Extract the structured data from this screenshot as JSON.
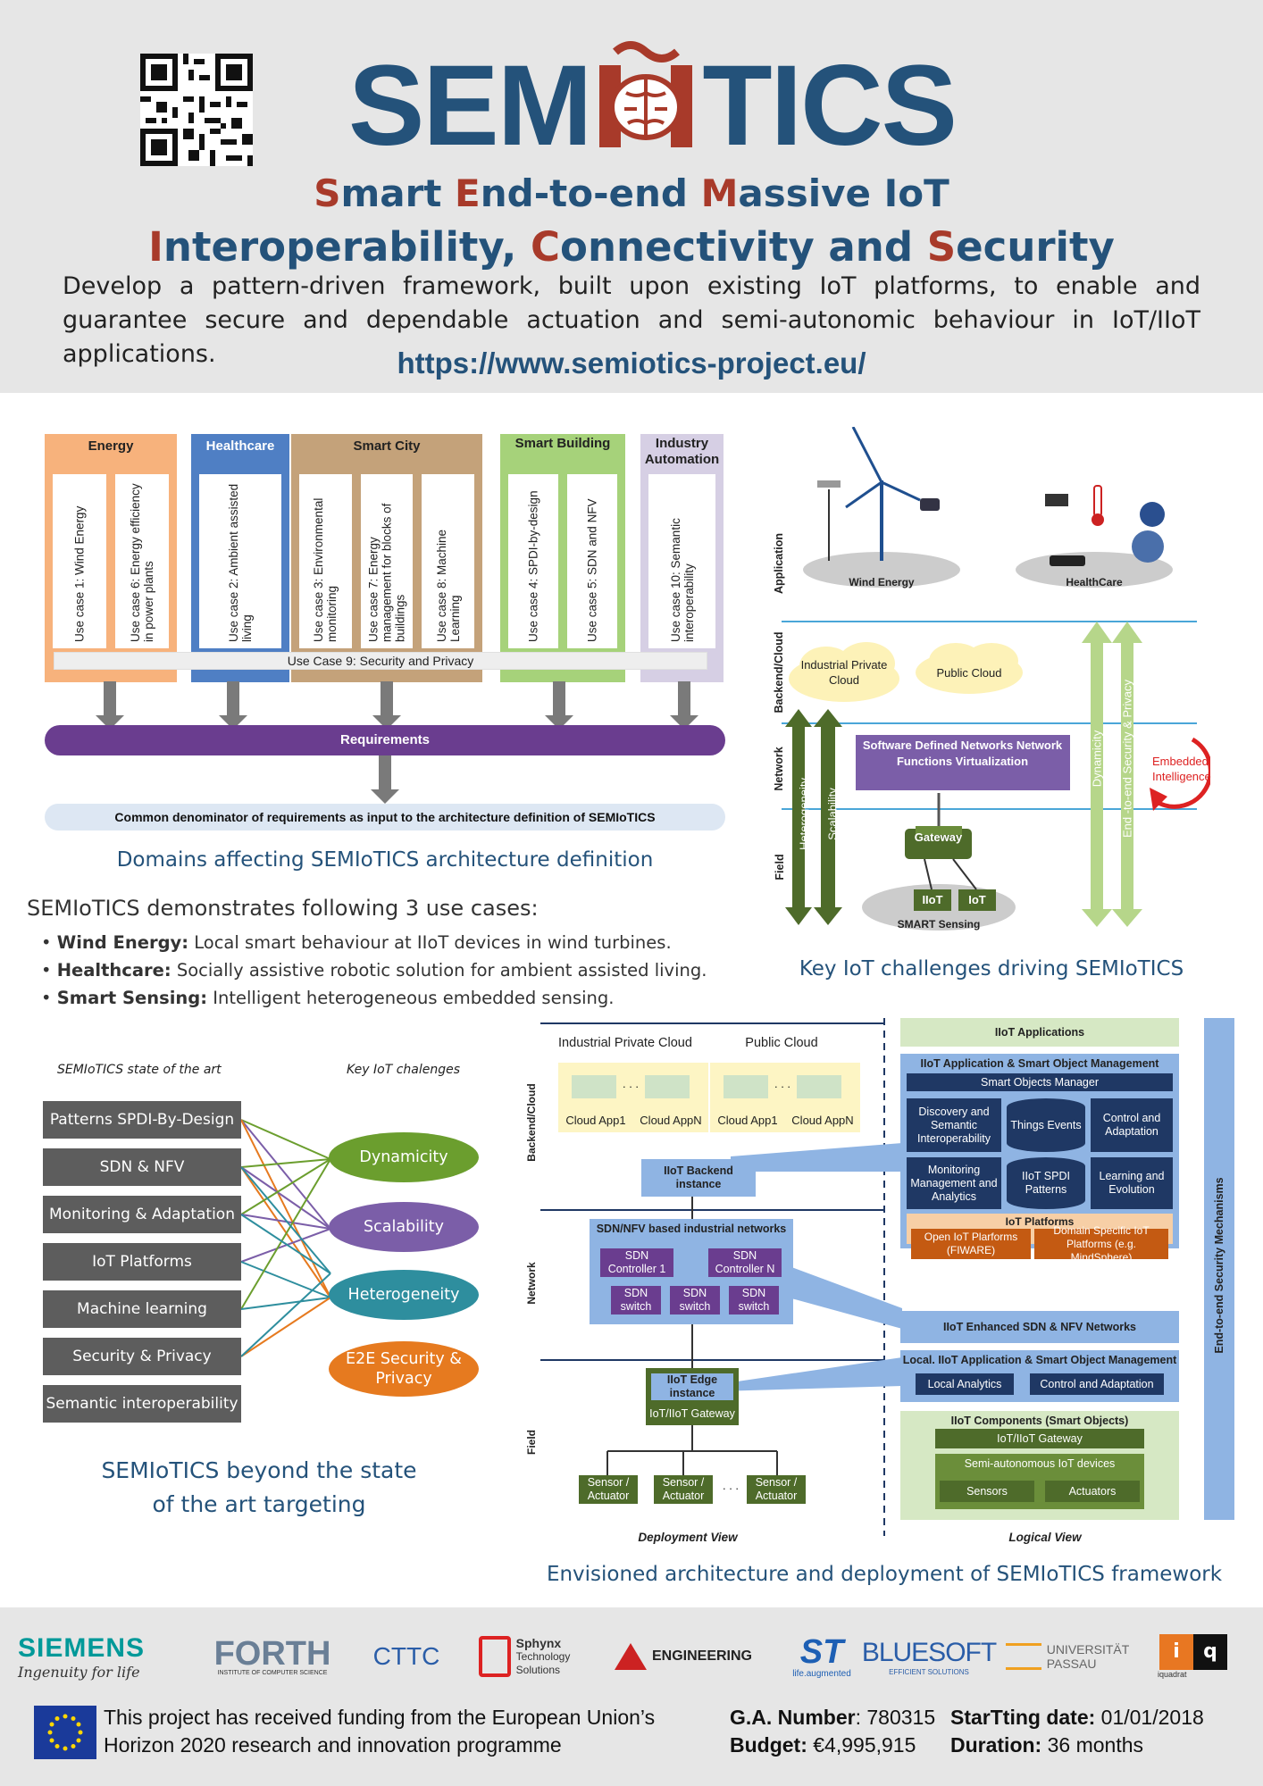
{
  "header": {
    "logo_text_1": "SEM",
    "logo_text_2": "TICS",
    "title_line1": [
      {
        "c": "S",
        "r": true
      },
      {
        "c": "mart ",
        "r": false
      },
      {
        "c": "E",
        "r": true
      },
      {
        "c": "nd-to-end ",
        "r": false
      },
      {
        "c": "M",
        "r": true
      },
      {
        "c": "assive IoT",
        "r": false
      }
    ],
    "title_line2": [
      {
        "c": "I",
        "r": true
      },
      {
        "c": "nteroperability, ",
        "r": false
      },
      {
        "c": "C",
        "r": true
      },
      {
        "c": "onnectivity and ",
        "r": false
      },
      {
        "c": "S",
        "r": true
      },
      {
        "c": "ecurity",
        "r": false
      }
    ],
    "description": "Develop a pattern-driven framework, built upon existing IoT platforms, to enable and guarantee secure and dependable actuation and semi-autonomic behaviour in IoT/IIoT applications.",
    "url": "https://www.semiotics-project.eu/"
  },
  "domains": {
    "items": [
      {
        "title": "Energy",
        "color": "#f7b27c",
        "cases": [
          "Use case 1: Wind Energy",
          "Use case 6: Energy efficiency in power plants"
        ]
      },
      {
        "title": "Healthcare",
        "color": "#4f7fc4",
        "cases": [
          "Use case 2: Ambient assisted living"
        ]
      },
      {
        "title": "Smart City",
        "color": "#c4a27a",
        "cases": [
          "Use case 3: Environmental monitoring",
          "Use case 7: Energy management for blocks of buildings",
          "Use case 8: Machine Learning"
        ]
      },
      {
        "title": "Smart Building",
        "color": "#a6d27a",
        "cases": [
          "Use case 4: SPDI-by-design",
          "Use case 5: SDN and NFV"
        ]
      },
      {
        "title": "Industry Automation",
        "color": "#d6cfe4",
        "cases": [
          "Use case 10: Semantic interoperability"
        ]
      }
    ],
    "security_bar": "Use Case 9: Security and Privacy",
    "requirements": "Requirements",
    "common": "Common denominator of requirements as input to the architecture definition of SEMIoTICS",
    "caption": "Domains affecting SEMIoTICS architecture definition"
  },
  "use_cases": {
    "heading": "SEMIoTICS demonstrates following 3 use cases:",
    "items": [
      {
        "bold": "Wind Energy:",
        "text": " Local smart behaviour at IIoT devices in wind turbines."
      },
      {
        "bold": "Healthcare:",
        "text": " Socially assistive robotic solution for ambient assisted living."
      },
      {
        "bold": "Smart Sensing:",
        "text": " Intelligent heterogeneous embedded sensing."
      }
    ]
  },
  "challenges": {
    "layers": [
      "Application",
      "Backend/Cloud",
      "Network",
      "Field"
    ],
    "wind": "Wind Energy",
    "health": "HealthCare",
    "ind_cloud": "Industrial Private Cloud",
    "pub_cloud": "Public Cloud",
    "sdn": "Software Defined Networks Network Functions Virtualization",
    "gateway": "Gateway",
    "iiot": "IIoT",
    "iot": "IoT",
    "smart": "SMART Sensing",
    "hetero": "Heterogeneity",
    "scal": "Scalability",
    "dyn": "Dynamicity",
    "e2e": "End -to-end Security & Privacy",
    "embedded": "Embedded Intelligence",
    "caption": "Key IoT challenges driving SEMIoTICS"
  },
  "beyond": {
    "left_head": "SEMIoTICS state of the art",
    "right_head": "Key  IoT chalenges",
    "left": [
      "Patterns SPDI-By-Design",
      "SDN & NFV",
      "Monitoring & Adaptation",
      "IoT Platforms",
      "Machine learning",
      "Security & Privacy",
      "Semantic interoperability"
    ],
    "right": [
      {
        "label": "Dynamicity",
        "color": "#6b9e2e"
      },
      {
        "label": "Scalability",
        "color": "#7b5ea8"
      },
      {
        "label": "Heterogeneity",
        "color": "#2e8e9e"
      },
      {
        "label": "E2E Security & Privacy",
        "color": "#e67a1f"
      }
    ],
    "caption_1": "SEMIoTICS beyond the state",
    "caption_2": "of the art targeting"
  },
  "arch": {
    "ind_cloud": "Industrial Private Cloud",
    "pub_cloud": "Public Cloud",
    "layers": [
      "Backend/Cloud",
      "Network",
      "Field"
    ],
    "dots": ". . .",
    "cloud_app1": "Cloud App1",
    "cloud_appn": "Cloud AppN",
    "backend": "IIoT Backend instance",
    "sdn_title": "SDN/NFV based industrial networks",
    "ctrl1": "SDN Controller 1",
    "ctrln": "SDN Controller N",
    "switch": "SDN switch",
    "edge": "IIoT Edge instance",
    "gateway": "IoT/IIoT Gateway",
    "sensor": "Sensor / Actuator",
    "deploy_view": "Deployment View",
    "logical_view": "Logical View",
    "apps": "IIoT Applications",
    "mgmt": "IIoT Application & Smart Object Management",
    "som": "Smart Objects Manager",
    "discovery": "Discovery and Semantic Interoperability",
    "things": "Things Events",
    "control": "Control and Adaptation",
    "monitoring": "Monitoring Management and Analytics",
    "spdi": "IIoT SPDI Patterns",
    "learning": "Learning and Evolution",
    "platforms": "IoT Platforms",
    "open": "Open IoT Plarforms (FIWARE)",
    "domain_specific": "Domain Specific IoT Platforms (e.g. MindSphere)",
    "enhanced": "IIoT Enhanced SDN & NFV Networks",
    "local": "Local. IIoT Application & Smart Object Management",
    "local_analytics": "Local Analytics",
    "local_control": "Control and Adaptation",
    "components": "IIoT Components (Smart Objects)",
    "gw": "IoT/IIoT Gateway",
    "semi": "Semi-autonomous IoT devices",
    "sensors": "Sensors",
    "actuators": "Actuators",
    "e2e": "End-to-end Security Mechanisms",
    "caption": "Envisioned architecture and deployment of SEMIoTICS framework"
  },
  "footer": {
    "partners": [
      "SIEMENS",
      "Ingenuity for life",
      "FORTH",
      "INSTITUTE OF COMPUTER SCIENCE",
      "CTTC",
      "Sphynx",
      "Technology",
      "Solutions",
      "ENGINEERING",
      "ST",
      "life.augmented",
      "BLUESOFT",
      "EFFICIENT SOLUTIONS",
      "UNIVERSITÄT",
      "PASSAU",
      "i",
      "q",
      "iquadrat"
    ],
    "funding_1": "This project has received funding from the European Union’s",
    "funding_2": "Horizon 2020 research and innovation programme",
    "ga_label": "G.A. Number",
    "ga_value": ": 780315",
    "budget_label": "Budget:",
    "budget_value": " €4,995,915",
    "start_label": "StarTting date:",
    "start_value": " 01/01/2018",
    "duration_label": "Duration:",
    "duration_value": " 36 months"
  },
  "colors": {
    "blue": "#24527a",
    "red": "#a83a2a",
    "purple": "#6a3d8f",
    "arch_blue": "#8fb4e3",
    "navy": "#1f3864",
    "green_dark": "#4e6b2a"
  }
}
